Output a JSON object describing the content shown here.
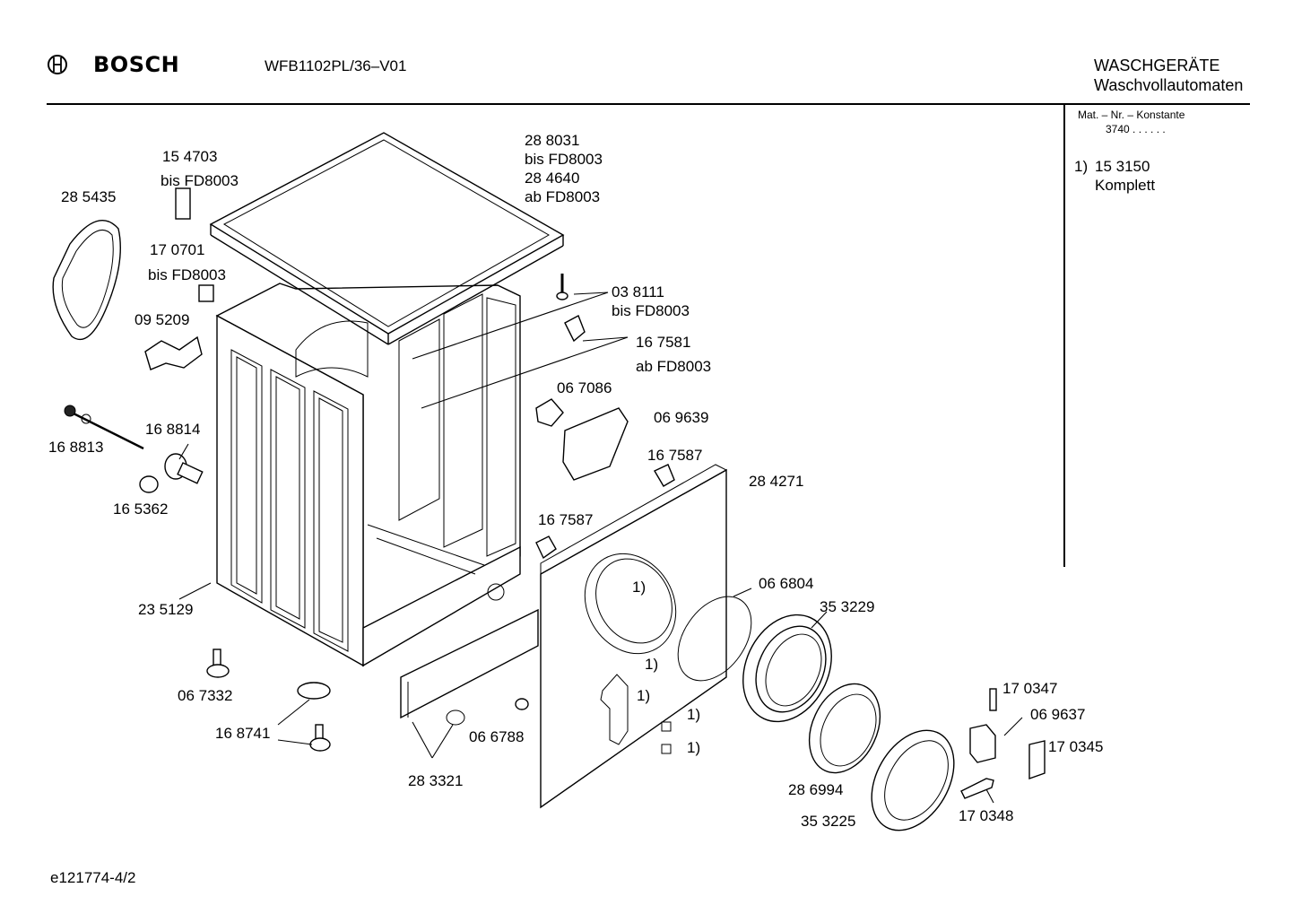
{
  "header": {
    "brand": "BOSCH",
    "model": "WFB1102PL/36–V01",
    "category": "WASCHGERÄTE",
    "subcategory": "Waschvollautomaten"
  },
  "side_panel": {
    "mat_label": "Mat. – Nr. – Konstante",
    "mat_value": "3740  .  .    .  .  .  .",
    "note_marker": "1)",
    "note_part": "15 3150",
    "note_text": "Komplett"
  },
  "labels": {
    "p154703": "15 4703",
    "p154703_note": "bis FD8003",
    "p285435": "28 5435",
    "p170701": "17 0701",
    "p170701_note": "bis FD8003",
    "p095209": "09 5209",
    "p288031": "28 8031",
    "p288031_note": "bis FD8003",
    "p284640": "28 4640",
    "p284640_note": "ab FD8003",
    "p038111": "03 8111",
    "p038111_note": "bis FD8003",
    "p167581": "16 7581",
    "p167581_note": "ab FD8003",
    "p067086": "06 7086",
    "p069639": "06 9639",
    "p167587a": "16 7587",
    "p284271": "28 4271",
    "p167587b": "16 7587",
    "p168814": "16 8814",
    "p168813": "16 8813",
    "p165362": "16 5362",
    "p235129": "23 5129",
    "p067332": "06 7332",
    "p168741": "16 8741",
    "p283321": "28 3321",
    "p066788": "06 6788",
    "p066804": "06 6804",
    "p353229": "35 3229",
    "p286994": "28 6994",
    "p353225": "35 3225",
    "p170347": "17 0347",
    "p069637": "06 9637",
    "p170345": "17 0345",
    "p170348": "17 0348",
    "m1": "1)",
    "m2": "1)",
    "m3": "1)",
    "m4": "1)",
    "m5": "1)"
  },
  "footer": {
    "doc_id": "e121774-4/2"
  }
}
